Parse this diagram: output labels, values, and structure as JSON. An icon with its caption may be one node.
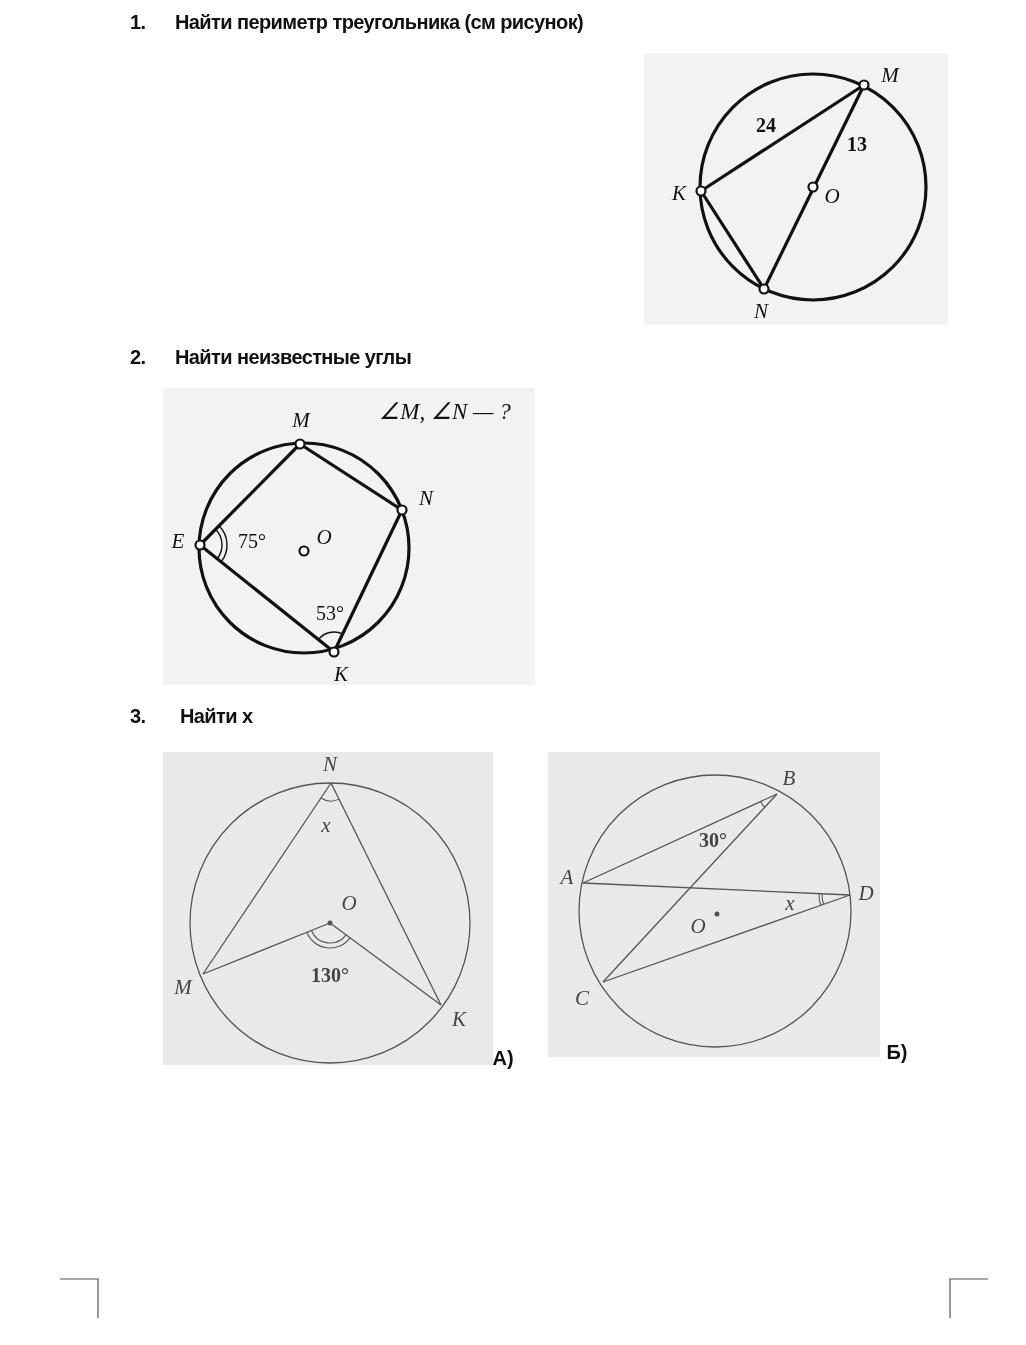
{
  "diagram": {
    "nodes": [
      {
        "text": [
          "M",
          "24",
          "13",
          "K",
          "O",
          "N"
        ]
      },
      {
        "text": [
          "∠M, ∠N — ?",
          "M",
          "N",
          "E",
          "75°",
          "O",
          "53°",
          "K"
        ]
      },
      {
        "text": [
          "N",
          "x",
          "O",
          "130°",
          "M",
          "K"
        ],
        "beside": [
          "А)"
        ]
      },
      {
        "text": [
          "B",
          "30°",
          "A",
          "x",
          "D",
          "O",
          "C"
        ],
        "beside": [
          "Б)"
        ]
      }
    ],
    "labels": [
      "1.",
      "Найти периметр треугольника (см рисунок)",
      "2.",
      "Найти неизвестные углы",
      "3.",
      "Найти x"
    ]
  }
}
